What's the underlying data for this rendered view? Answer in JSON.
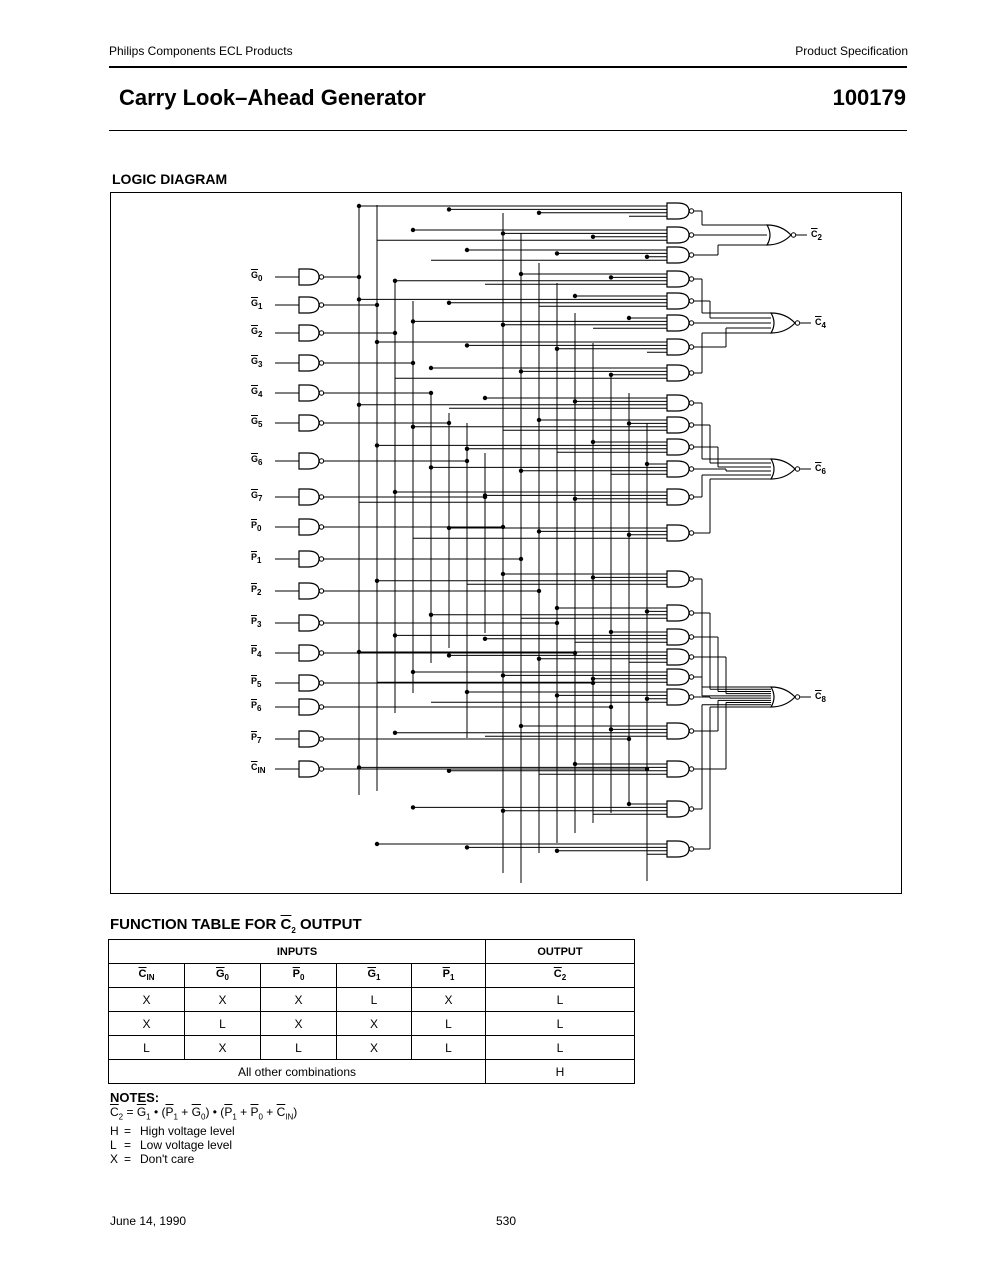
{
  "header": {
    "left": "Philips Components ECL Products",
    "right": "Product Specification"
  },
  "title": "Carry Look–Ahead Generator",
  "part_number": "100179",
  "logic_section": {
    "heading": "LOGIC DIAGRAM",
    "inputs": [
      {
        "base": "G",
        "sub": "0"
      },
      {
        "base": "G",
        "sub": "1"
      },
      {
        "base": "G",
        "sub": "2"
      },
      {
        "base": "G",
        "sub": "3"
      },
      {
        "base": "G",
        "sub": "4"
      },
      {
        "base": "G",
        "sub": "5"
      },
      {
        "base": "G",
        "sub": "6"
      },
      {
        "base": "G",
        "sub": "7"
      },
      {
        "base": "P",
        "sub": "0"
      },
      {
        "base": "P",
        "sub": "1"
      },
      {
        "base": "P",
        "sub": "2"
      },
      {
        "base": "P",
        "sub": "3"
      },
      {
        "base": "P",
        "sub": "4"
      },
      {
        "base": "P",
        "sub": "5"
      },
      {
        "base": "P",
        "sub": "6"
      },
      {
        "base": "P",
        "sub": "7"
      },
      {
        "base": "C",
        "sub": "IN"
      }
    ],
    "outputs": [
      {
        "base": "C",
        "sub": "2"
      },
      {
        "base": "C",
        "sub": "4"
      },
      {
        "base": "C",
        "sub": "6"
      },
      {
        "base": "C",
        "sub": "8"
      }
    ]
  },
  "function_table": {
    "heading_prefix": "FUNCTION TABLE FOR ",
    "heading_signal": "C",
    "heading_sub": "2",
    "heading_suffix": " OUTPUT",
    "inputs_header": "INPUTS",
    "output_header": "OUTPUT",
    "columns": [
      {
        "base": "C",
        "sub": "IN"
      },
      {
        "base": "G",
        "sub": "0"
      },
      {
        "base": "P",
        "sub": "0"
      },
      {
        "base": "G",
        "sub": "1"
      },
      {
        "base": "P",
        "sub": "1"
      },
      {
        "base": "C",
        "sub": "2"
      }
    ],
    "rows": [
      [
        "X",
        "X",
        "X",
        "L",
        "X",
        "L"
      ],
      [
        "X",
        "L",
        "X",
        "X",
        "L",
        "L"
      ],
      [
        "L",
        "X",
        "L",
        "X",
        "L",
        "L"
      ]
    ],
    "other_label": "All other combinations",
    "other_output": "H"
  },
  "notes": {
    "heading": "NOTES:",
    "equation": "C₂ = G₁ • (P₁ + G₀) • (P₁ + P₀ + C_IN)",
    "legend": [
      {
        "sym": "H",
        "eq": "=",
        "desc": "High voltage level"
      },
      {
        "sym": "L",
        "eq": "=",
        "desc": "Low voltage level"
      },
      {
        "sym": "X",
        "eq": "=",
        "desc": "Don't care"
      }
    ]
  },
  "footer": {
    "date": "June 14, 1990",
    "page": "530"
  }
}
